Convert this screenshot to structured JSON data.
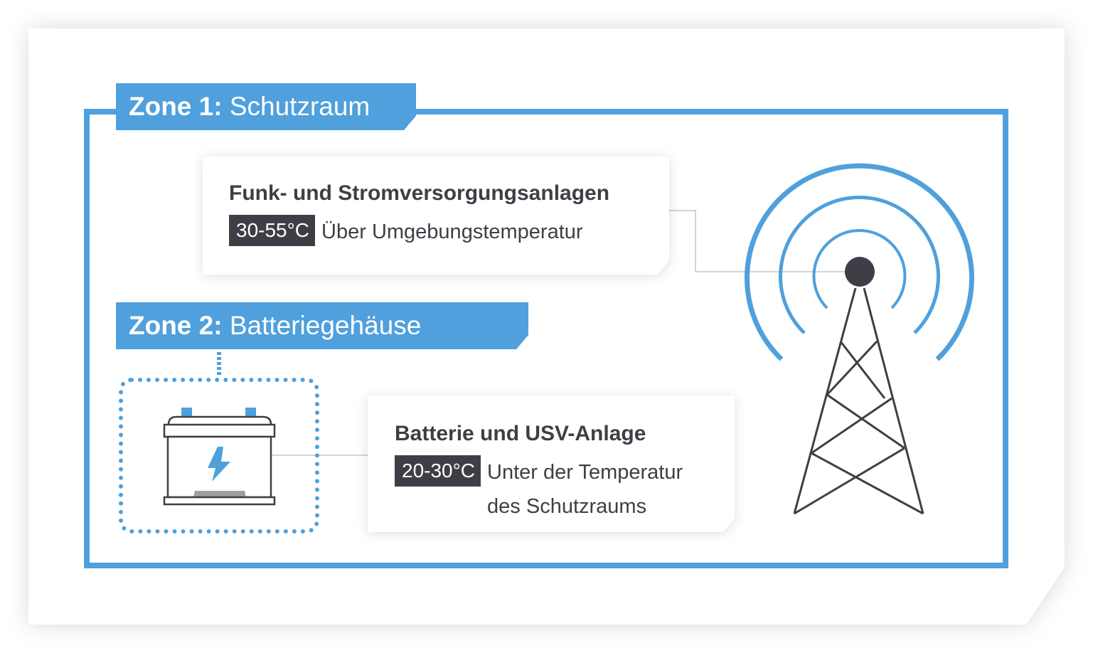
{
  "zones": [
    {
      "id": "zone-1",
      "label_bold": "Zone 1:",
      "label_light": "Schutzraum",
      "color": "#4fa0dc"
    },
    {
      "id": "zone-2",
      "label_bold": "Zone 2:",
      "label_light": "Batteriegehäuse",
      "color": "#4fa0dc"
    }
  ],
  "info_cards": [
    {
      "title": "Funk- und Stromversorgungsanlagen",
      "temperature": "30-55°C",
      "description": "Über Umgebungstemperatur",
      "target_icon": "radio-tower-icon"
    },
    {
      "title": "Batterie und USV-Anlage",
      "temperature": "20-30°C",
      "description": "Unter der Temperatur des Schutzraums",
      "target_icon": "battery-icon"
    }
  ],
  "icons": {
    "tower": "radio-tower-icon",
    "battery": "battery-icon",
    "bolt": "lightning-bolt-icon"
  },
  "colors": {
    "accent_blue": "#4fa0dc",
    "dark_gray": "#3e3f46",
    "connector_gray": "#d0d0d0",
    "battery_base": "#9e9fa3"
  }
}
